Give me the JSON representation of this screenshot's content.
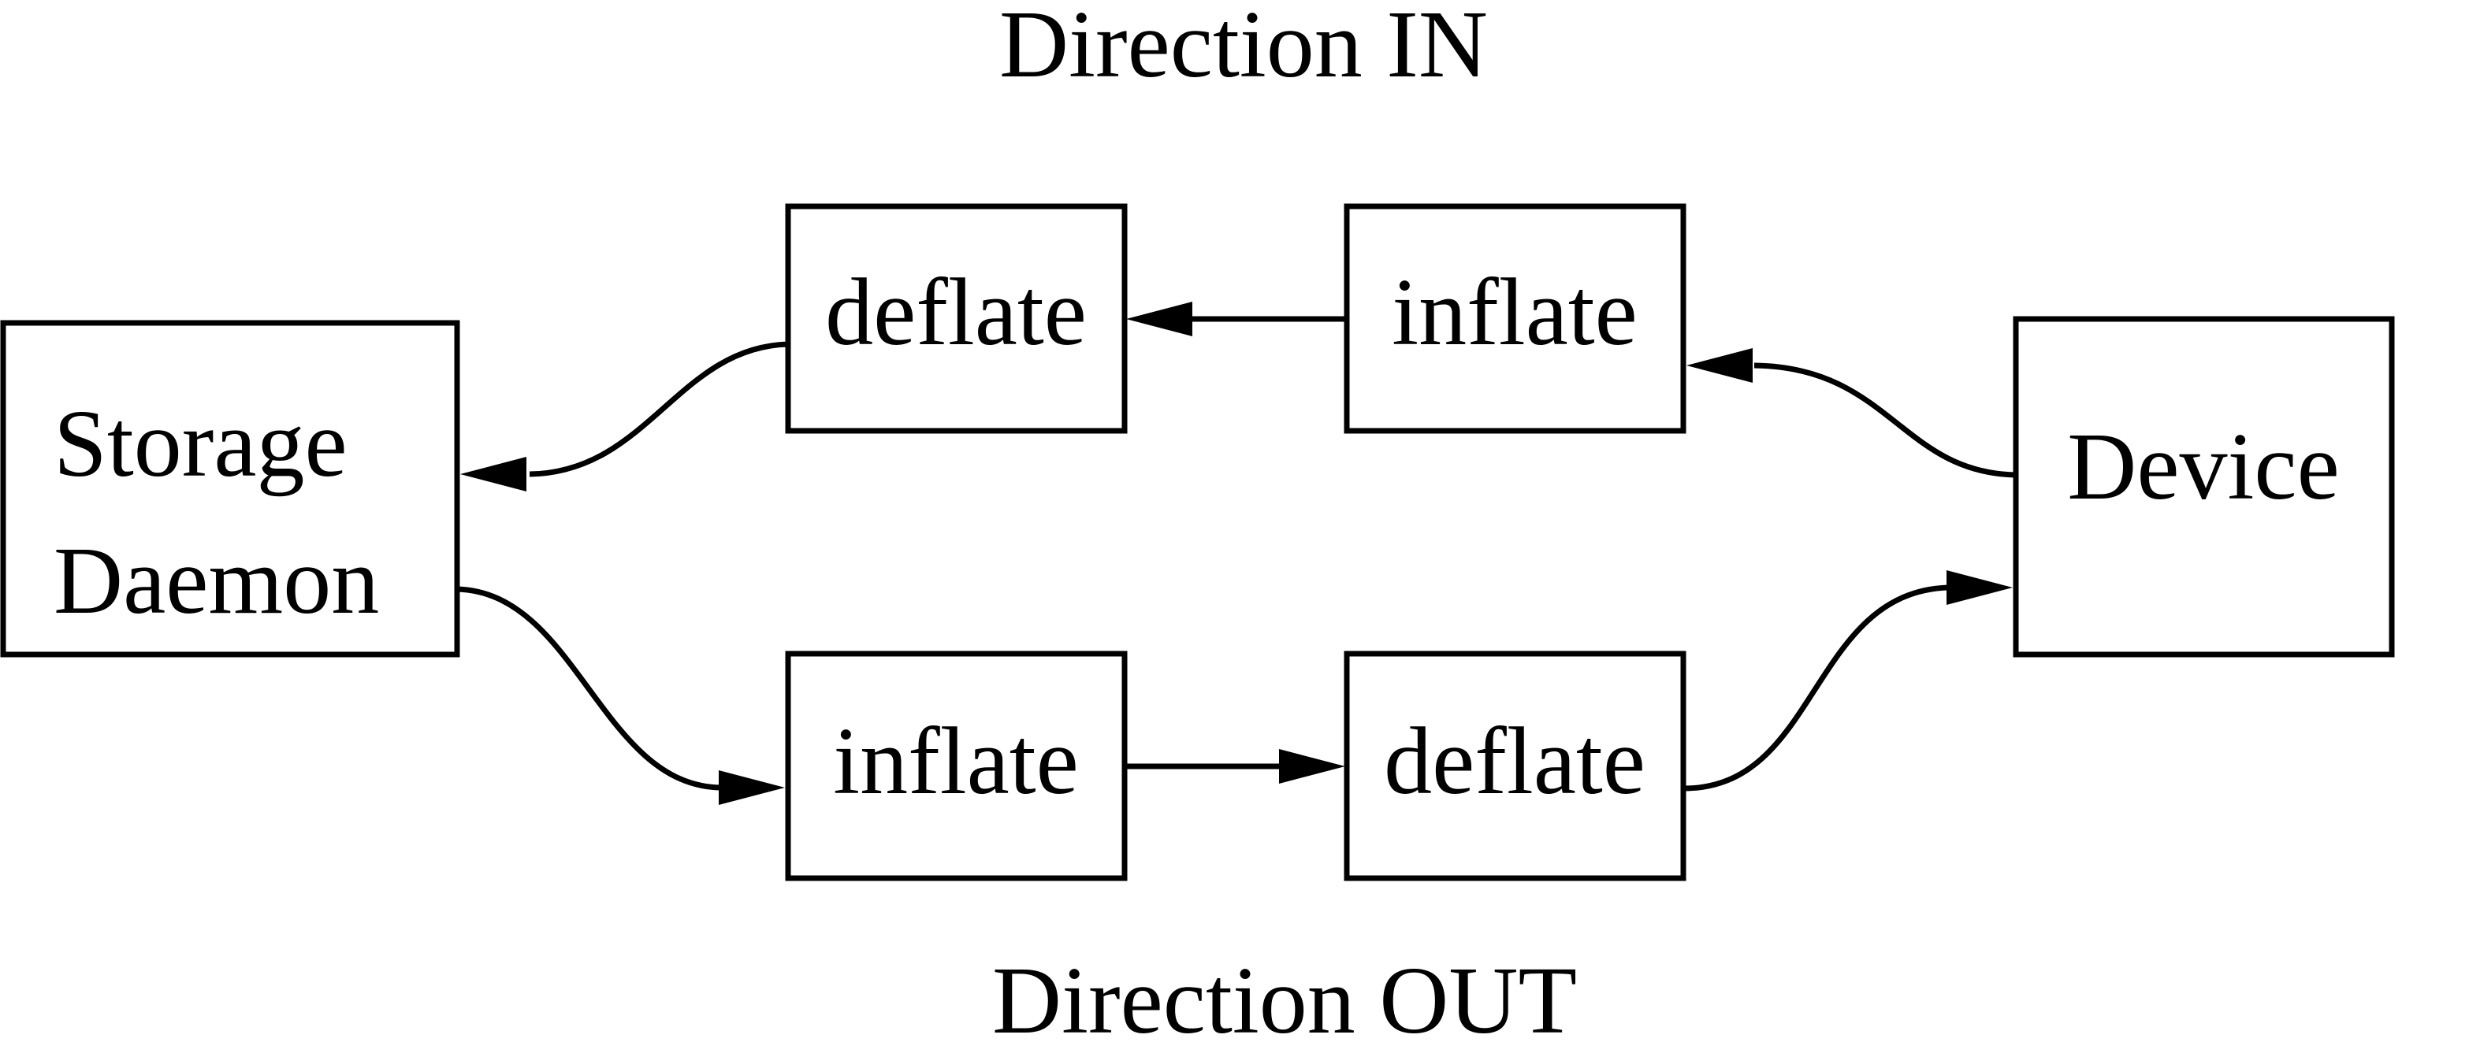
{
  "titles": {
    "direction_in": "Direction IN",
    "direction_out": "Direction OUT"
  },
  "nodes": {
    "storage_daemon": {
      "label_line1": "Storage",
      "label_line2": "Daemon"
    },
    "deflate_in": {
      "label": "deflate"
    },
    "inflate_in": {
      "label": "inflate"
    },
    "inflate_out": {
      "label": "inflate"
    },
    "deflate_out": {
      "label": "deflate"
    },
    "device": {
      "label": "Device"
    }
  },
  "edges": [
    {
      "from": "device",
      "to": "inflate_in",
      "direction": "IN"
    },
    {
      "from": "inflate_in",
      "to": "deflate_in",
      "direction": "IN"
    },
    {
      "from": "deflate_in",
      "to": "storage_daemon",
      "direction": "IN"
    },
    {
      "from": "storage_daemon",
      "to": "inflate_out",
      "direction": "OUT"
    },
    {
      "from": "inflate_out",
      "to": "deflate_out",
      "direction": "OUT"
    },
    {
      "from": "deflate_out",
      "to": "device",
      "direction": "OUT"
    }
  ],
  "colors": {
    "stroke": "#000000",
    "background": "#ffffff"
  }
}
